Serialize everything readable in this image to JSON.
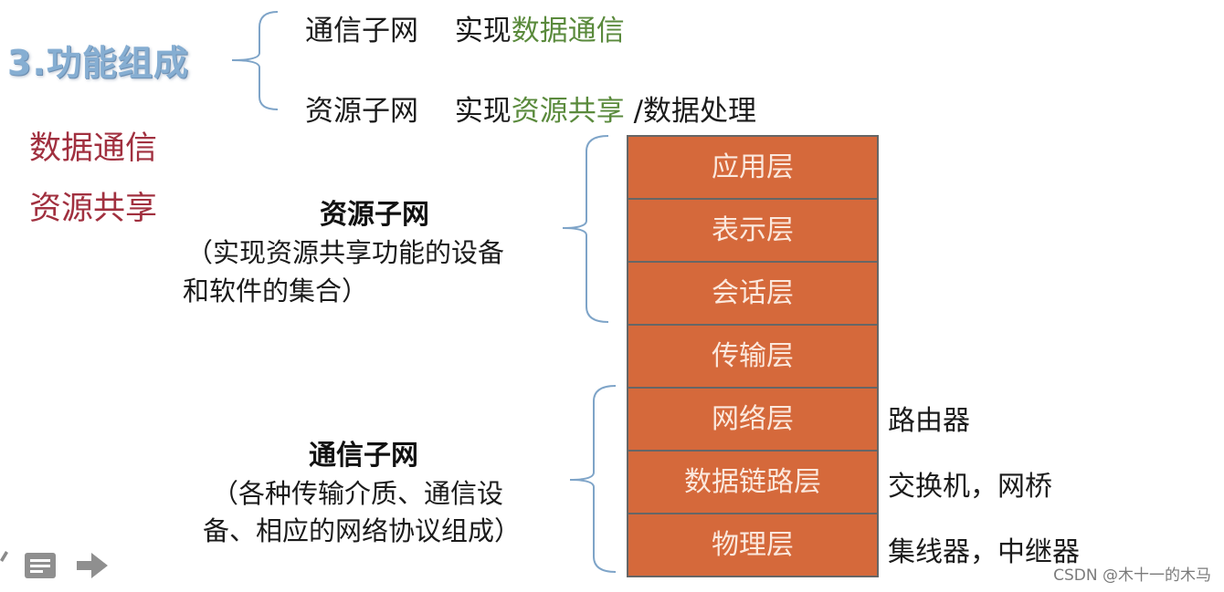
{
  "heading": {
    "title": "3.功能组成"
  },
  "top_rows": [
    {
      "name": "通信子网",
      "prefix": "实现",
      "highlight": "数据通信",
      "suffix": ""
    },
    {
      "name": "资源子网",
      "prefix": "实现",
      "highlight": "资源共享",
      "suffix": " /数据处理"
    }
  ],
  "side_terms": [
    "数据通信",
    "资源共享"
  ],
  "groups": {
    "resource": {
      "title": "资源子网",
      "desc_line1": "（实现资源共享功能的设备",
      "desc_line2": "和软件的集合）"
    },
    "comm": {
      "title": "通信子网",
      "desc_line1": "（各种传输介质、通信设",
      "desc_line2": "备、相应的网络协议组成）"
    }
  },
  "layers": [
    "应用层",
    "表示层",
    "会话层",
    "传输层",
    "网络层",
    "数据链路层",
    "物理层"
  ],
  "devices": [
    "路由器",
    "交换机，网桥",
    "集线器，中继器"
  ],
  "colors": {
    "layer_fill": "#d5693b",
    "layer_text": "#fbe8dd",
    "title": "#86aed2",
    "green": "#5a8a3c",
    "red": "#a1303f",
    "bracket": "#7ea4c8"
  },
  "icons": [
    "pen-icon",
    "notes-icon",
    "arrow-right-icon"
  ],
  "watermark": "CSDN @木十一的木马"
}
